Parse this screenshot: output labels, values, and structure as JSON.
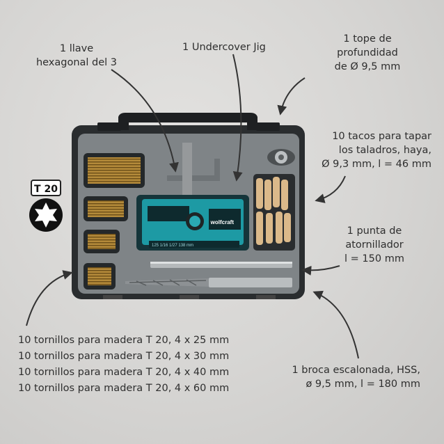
{
  "badge": {
    "text": "T 20"
  },
  "labels": {
    "hex_key": [
      "1 llave",
      "hexagonal del 3"
    ],
    "jig": "1 Undercover Jig",
    "depth_stop": [
      "1 tope de",
      "profundidad",
      "de Ø 9,5 mm"
    ],
    "plugs": [
      "10 tacos para tapar",
      "los taladros, haya,",
      "Ø 9,3 mm, l = 46 mm"
    ],
    "bit": [
      "1 punta de",
      "atornillador",
      "l = 150 mm"
    ],
    "screws": [
      "10 tornillos para madera T 20, 4 x 25 mm",
      "10 tornillos para madera T 20, 4 x 30 mm",
      "10 tornillos para madera T 20, 4 x 40 mm",
      "10 tornillos para madera T 20, 4 x 60 mm"
    ],
    "drill": [
      "1 broca escalonada, HSS,",
      "ø 9,5 mm, l = 180 mm"
    ]
  },
  "jig": {
    "brand": "wolfcraft",
    "scale": "125  1/16 1/27      138      mm"
  },
  "colors": {
    "case": "#2b2e30",
    "tray": "#7f8487",
    "jig": "#1d9aa4",
    "wood": "#dbb98a"
  }
}
